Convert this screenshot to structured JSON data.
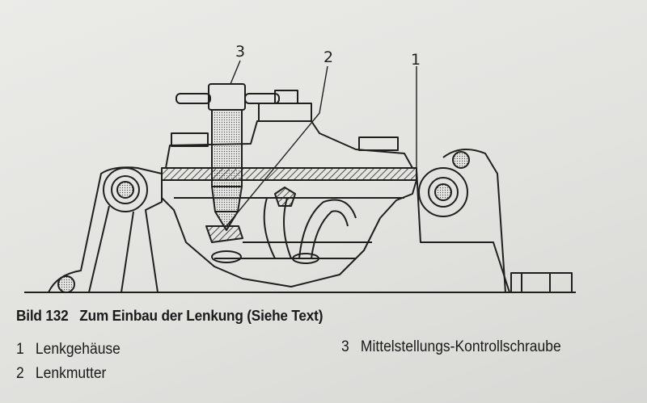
{
  "figure": {
    "callouts": [
      "1",
      "2",
      "3"
    ]
  },
  "caption": {
    "number": "Bild 132",
    "title": "Zum Einbau der Lenkung (Siehe Text)"
  },
  "legend": [
    {
      "num": "1",
      "label": "Lenkgehäuse"
    },
    {
      "num": "2",
      "label": "Lenkmutter"
    },
    {
      "num": "3",
      "label": "Mittelstellungs-Kontrollschraube"
    }
  ]
}
